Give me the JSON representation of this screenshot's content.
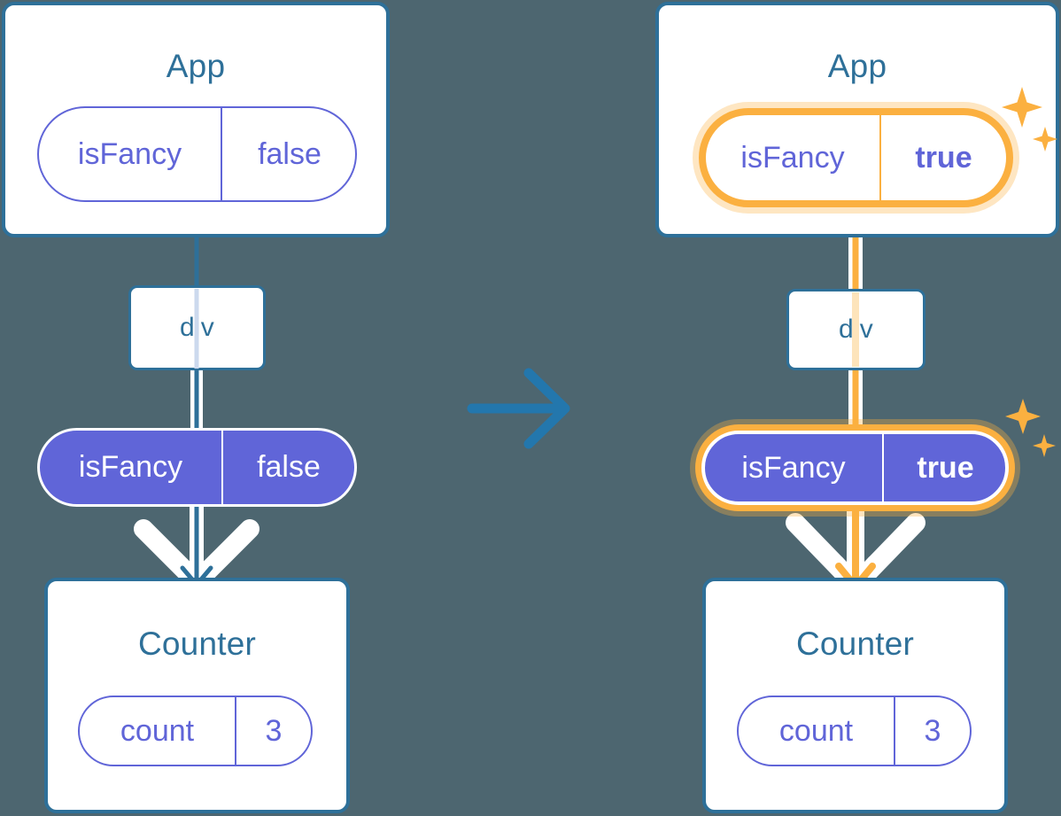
{
  "diagram": {
    "title": "React state update propagation",
    "background_color": "#4d6670",
    "accent_blue": "#2e7099",
    "accent_purple": "#6065d8",
    "highlight_orange": "#fbb040"
  },
  "transition_arrow": {
    "icon": "arrow-right-icon",
    "color": "#2e7099"
  },
  "before": {
    "app": {
      "title": "App",
      "state": {
        "key": "isFancy",
        "value": "false"
      }
    },
    "div": {
      "label": "div"
    },
    "prop": {
      "key": "isFancy",
      "value": "false"
    },
    "counter": {
      "title": "Counter",
      "state": {
        "key": "count",
        "value": "3"
      }
    }
  },
  "after": {
    "app": {
      "title": "App",
      "state": {
        "key": "isFancy",
        "value": "true"
      }
    },
    "div": {
      "label": "div"
    },
    "prop": {
      "key": "isFancy",
      "value": "true"
    },
    "counter": {
      "title": "Counter",
      "state": {
        "key": "count",
        "value": "3"
      }
    },
    "sparkle_icons": [
      "sparkle-large-icon",
      "sparkle-small-icon"
    ]
  }
}
